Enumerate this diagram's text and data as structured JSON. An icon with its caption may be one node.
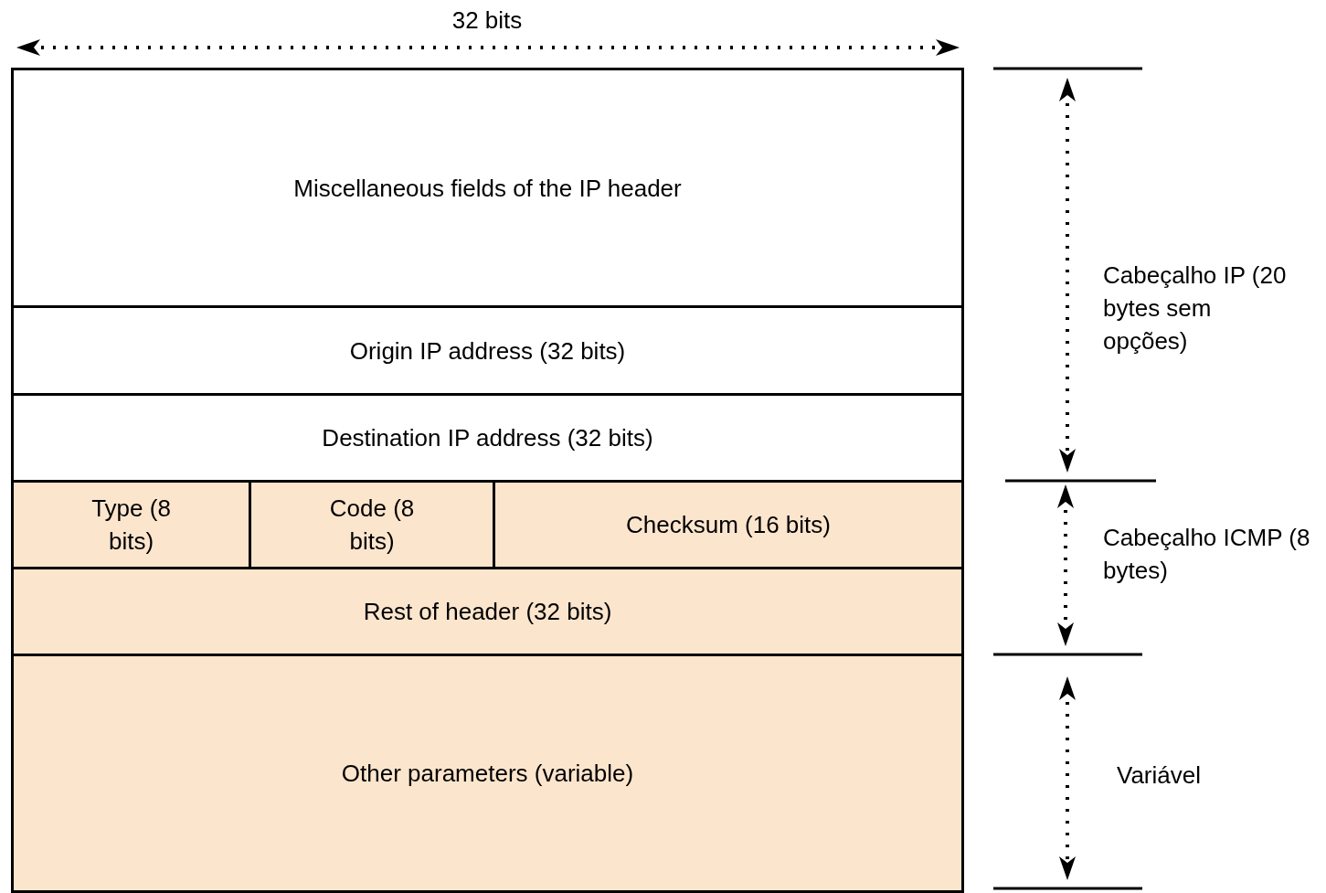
{
  "diagram": {
    "nodes": [
      {
        "text": [
          "Miscellaneous fields of the IP header"
        ]
      },
      {
        "text": [
          "Origin IP address (32 bits)"
        ]
      },
      {
        "text": [
          "Destination IP address (32 bits)"
        ]
      },
      {
        "text": [
          "Type (8 bits)"
        ]
      },
      {
        "text": [
          "Code (8 bits)"
        ]
      },
      {
        "text": [
          "Checksum (16 bits)"
        ]
      },
      {
        "text": [
          "Rest of header (32 bits)"
        ]
      },
      {
        "text": [
          "Other parameters (variable)"
        ]
      }
    ],
    "labels": [
      "32 bits",
      "Cabeçalho IP (20 bytes sem opções)",
      "Cabeçalho ICMP (8 bytes)",
      "Variável"
    ]
  }
}
